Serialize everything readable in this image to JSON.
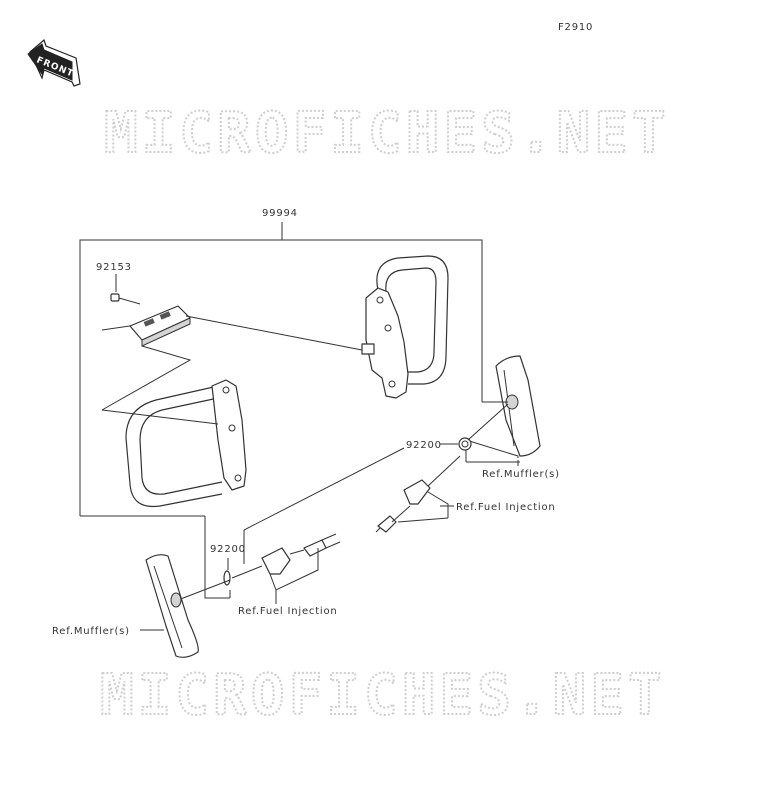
{
  "figure_code": "F2910",
  "front_label": "FRONT",
  "watermark_text": "MICROFICHES.NET",
  "labels": {
    "kit": "99994",
    "bolt": "92153",
    "plug_right": "92200",
    "plug_left": "92200",
    "muffler_right": "Ref.Muffler(s)",
    "muffler_left": "Ref.Muffler(s)",
    "fuel_right": "Ref.Fuel Injection",
    "fuel_left": "Ref.Fuel Injection"
  }
}
